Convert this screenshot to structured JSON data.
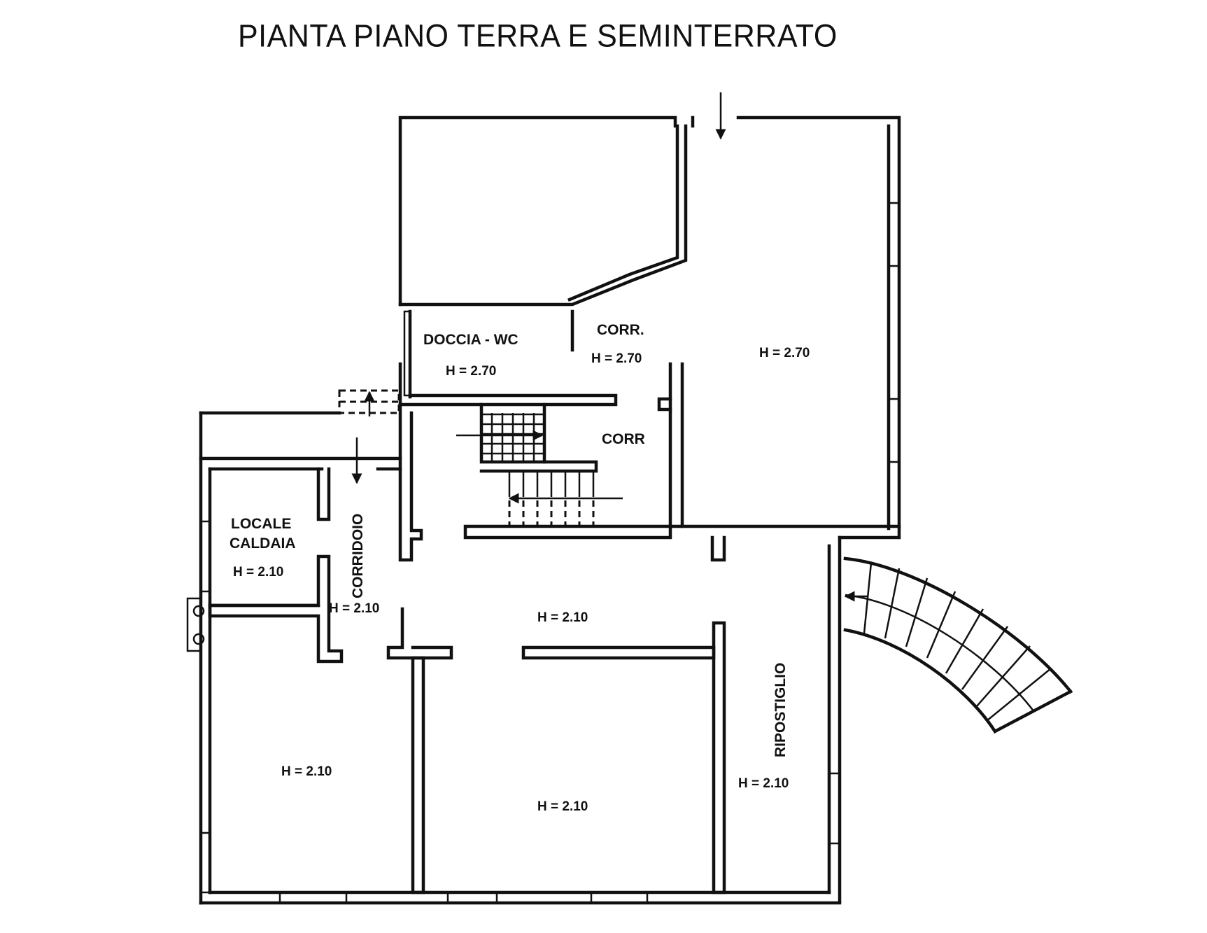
{
  "title": "PIANTA PIANO TERRA E SEMINTERRATO",
  "rooms": {
    "doccia_wc": {
      "name": "DOCCIA - WC",
      "height": "H = 2.70"
    },
    "corr_upper": {
      "name": "CORR.",
      "height": "H = 2.70"
    },
    "corr_stairs": {
      "name": "CORR"
    },
    "big_room_right": {
      "height": "H = 2.70"
    },
    "locale_caldaia": {
      "name_line1": "LOCALE",
      "name_line2": "CALDAIA",
      "height": "H = 2.10"
    },
    "corridoio": {
      "name": "CORRIDOIO",
      "height": "H = 2.10"
    },
    "central_hall": {
      "height": "H = 2.10"
    },
    "room_bottom_left": {
      "height": "H = 2.10"
    },
    "room_bottom_center": {
      "height": "H = 2.10"
    },
    "ripostiglio": {
      "name": "RIPOSTIGLIO",
      "height": "H = 2.10"
    }
  }
}
